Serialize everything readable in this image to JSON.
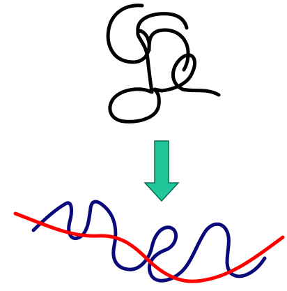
{
  "colors": {
    "background": "#ffffff",
    "coil_stroke": "#000000",
    "arrow_fill": "#1fc79a",
    "arrow_stroke": "#0f6b52",
    "chain_stroke": "#0a0a7a",
    "stretch_line_stroke": "#ff0000"
  },
  "elements": {
    "coiled_chain": "coiled-polymer-chain",
    "arrow": "down-arrow-icon",
    "extended_chain": "extended-polymer-chain",
    "stretch_line": "stretch-direction-line"
  }
}
